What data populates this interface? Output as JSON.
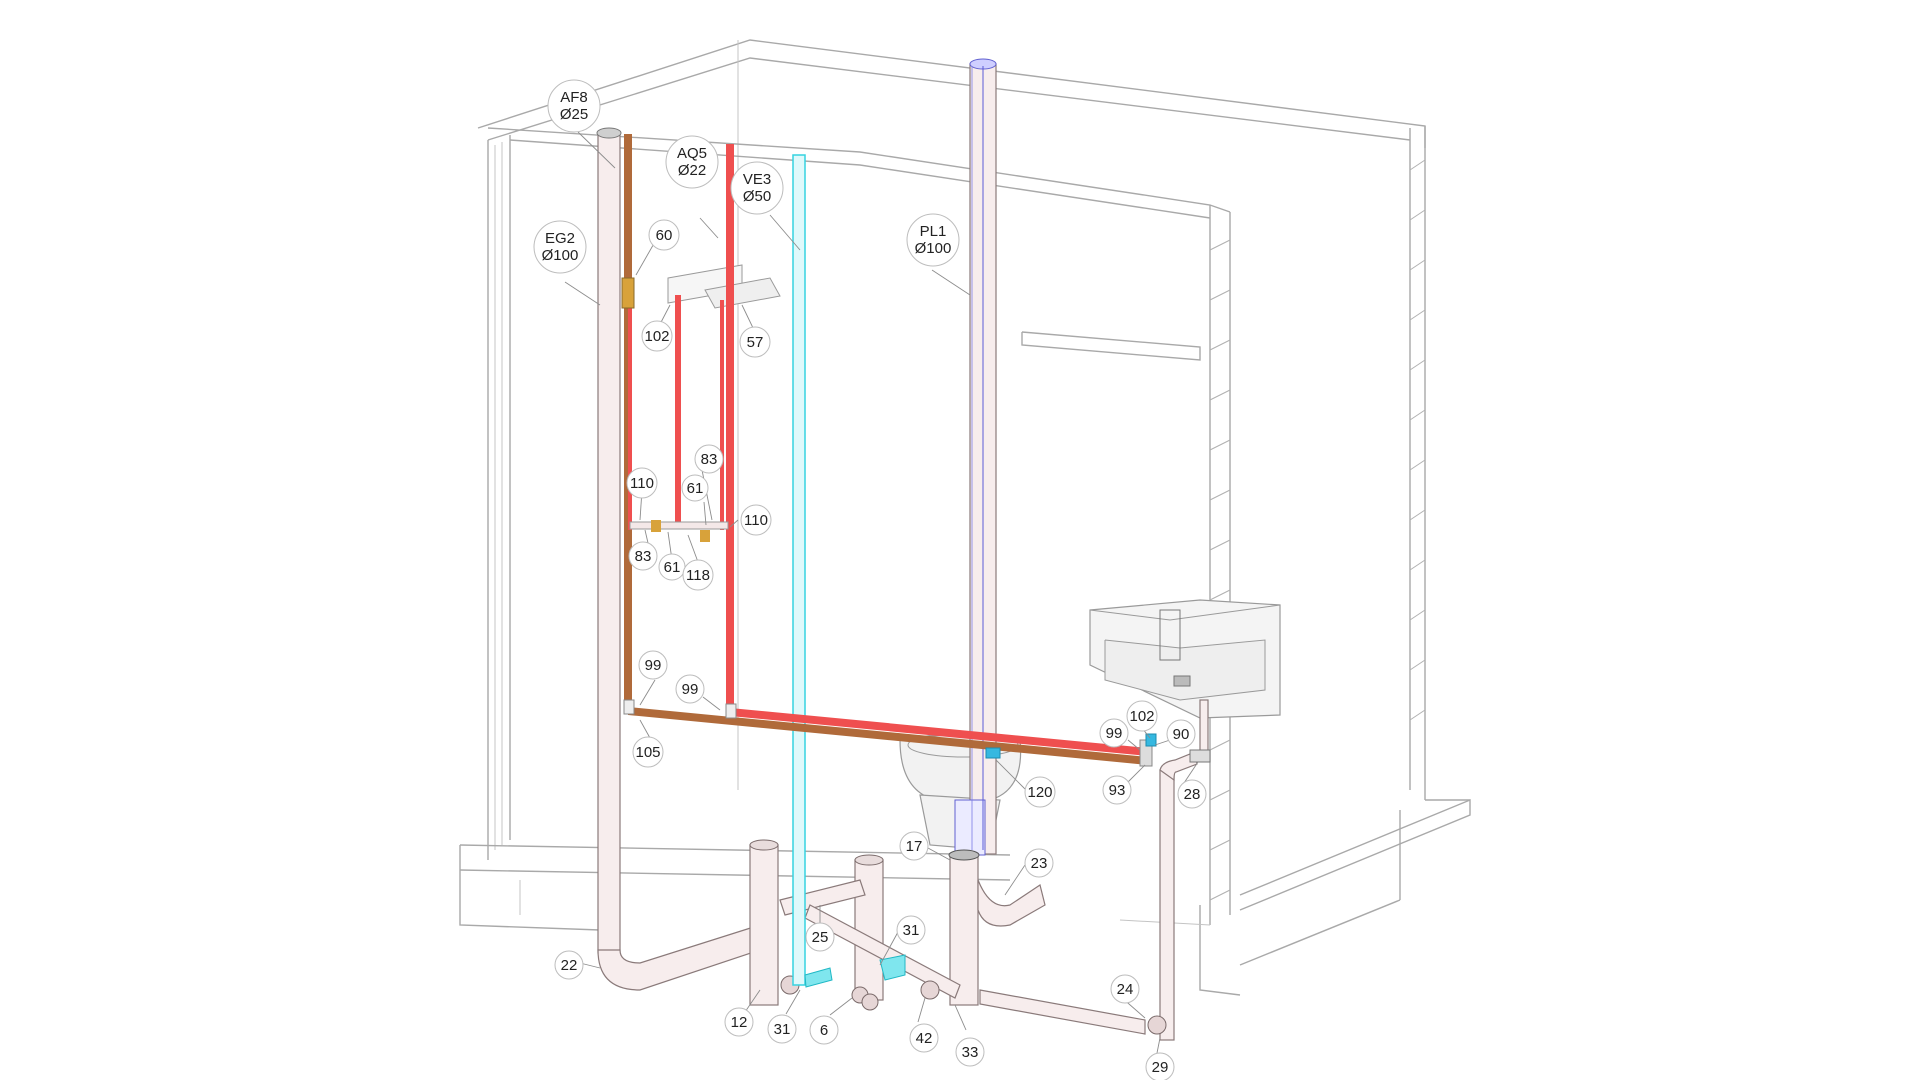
{
  "labels": [
    {
      "id": "af8",
      "lines": [
        "AF8",
        "Ø25"
      ]
    },
    {
      "id": "aq5",
      "lines": [
        "AQ5",
        "Ø22"
      ]
    },
    {
      "id": "ve3",
      "lines": [
        "VE3",
        "Ø50"
      ]
    },
    {
      "id": "eg2",
      "lines": [
        "EG2",
        "Ø100"
      ]
    },
    {
      "id": "pl1",
      "lines": [
        "PL1",
        "Ø100"
      ]
    },
    {
      "id": "n60",
      "lines": [
        "60"
      ]
    },
    {
      "id": "n102a",
      "lines": [
        "102"
      ]
    },
    {
      "id": "n57",
      "lines": [
        "57"
      ]
    },
    {
      "id": "n83a",
      "lines": [
        "83"
      ]
    },
    {
      "id": "n110a",
      "lines": [
        "110"
      ]
    },
    {
      "id": "n61a",
      "lines": [
        "61"
      ]
    },
    {
      "id": "n110b",
      "lines": [
        "110"
      ]
    },
    {
      "id": "n83b",
      "lines": [
        "83"
      ]
    },
    {
      "id": "n61b",
      "lines": [
        "61"
      ]
    },
    {
      "id": "n118",
      "lines": [
        "118"
      ]
    },
    {
      "id": "n99a",
      "lines": [
        "99"
      ]
    },
    {
      "id": "n99b",
      "lines": [
        "99"
      ]
    },
    {
      "id": "n105",
      "lines": [
        "105"
      ]
    },
    {
      "id": "n99c",
      "lines": [
        "99"
      ]
    },
    {
      "id": "n102b",
      "lines": [
        "102"
      ]
    },
    {
      "id": "n90",
      "lines": [
        "90"
      ]
    },
    {
      "id": "n93",
      "lines": [
        "93"
      ]
    },
    {
      "id": "n28",
      "lines": [
        "28"
      ]
    },
    {
      "id": "n120",
      "lines": [
        "120"
      ]
    },
    {
      "id": "n17",
      "lines": [
        "17"
      ]
    },
    {
      "id": "n23",
      "lines": [
        "23"
      ]
    },
    {
      "id": "n25",
      "lines": [
        "25"
      ]
    },
    {
      "id": "n31a",
      "lines": [
        "31"
      ]
    },
    {
      "id": "n22",
      "lines": [
        "22"
      ]
    },
    {
      "id": "n24",
      "lines": [
        "24"
      ]
    },
    {
      "id": "n12",
      "lines": [
        "12"
      ]
    },
    {
      "id": "n31b",
      "lines": [
        "31"
      ]
    },
    {
      "id": "n6",
      "lines": [
        "6"
      ]
    },
    {
      "id": "n42",
      "lines": [
        "42"
      ]
    },
    {
      "id": "n33",
      "lines": [
        "33"
      ]
    },
    {
      "id": "n29",
      "lines": [
        "29"
      ]
    }
  ],
  "colors": {
    "hot_water": "#ef4f4f",
    "cold_water": "#b06a3a",
    "vent": "#35d3e0",
    "soil_stack": "#5b5bd6",
    "drain": "#f3d9d9",
    "fitting": "#d8a23a",
    "wall": "#a9a9a9"
  }
}
